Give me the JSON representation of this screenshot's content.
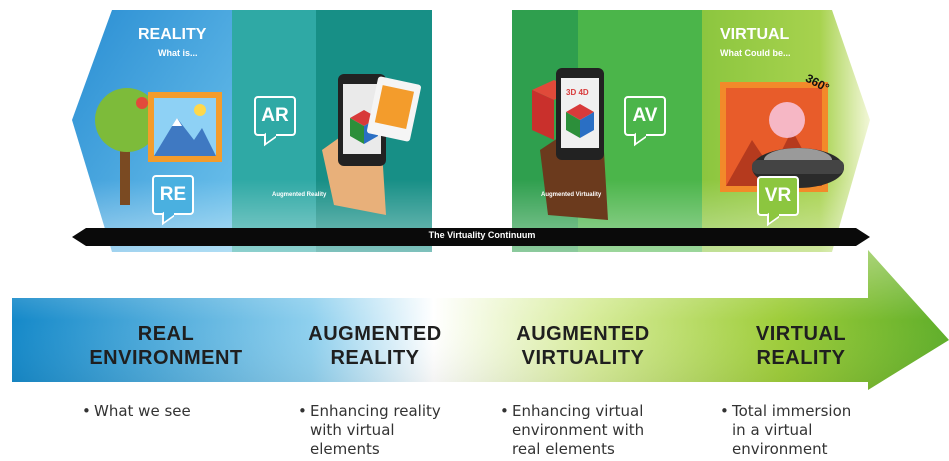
{
  "continuum": {
    "label": "The Virtuality Continuum",
    "reality": {
      "title": "REALITY",
      "subtitle": "What is...",
      "badge": "RE"
    },
    "ar": {
      "badge": "AR",
      "caption": "Augmented Reality"
    },
    "av": {
      "badge": "AV",
      "caption": "Augmented Virtuality",
      "phone_text": "3D 4D"
    },
    "virtual": {
      "title": "VIRTUAL",
      "subtitle": "What Could be...",
      "badge": "VR",
      "degrees": "360°"
    }
  },
  "stages": [
    {
      "line1": "REAL",
      "line2": "ENVIRONMENT",
      "bullet": "What we see",
      "bullet_lines": [
        "What we see"
      ]
    },
    {
      "line1": "AUGMENTED",
      "line2": "REALITY",
      "bullet": "Enhancing reality with virtual elements",
      "bullet_lines": [
        "Enhancing reality",
        "with virtual",
        "elements"
      ]
    },
    {
      "line1": "AUGMENTED",
      "line2": "VIRTUALITY",
      "bullet": "Enhancing virtual environment with real elements",
      "bullet_lines": [
        "Enhancing virtual",
        "environment with",
        "real elements"
      ]
    },
    {
      "line1": "VIRTUAL",
      "line2": "REALITY",
      "bullet": "Total immersion in a virtual environment",
      "bullet_lines": [
        "Total immersion",
        "in a virtual",
        "environment"
      ]
    }
  ],
  "colors": {
    "reality_blue": "#1e7fc2",
    "ar_teal": "#2aa59b",
    "av_green": "#3aa857",
    "vr_lime": "#8cc63f",
    "arrow_blue": "#1a8fcf",
    "arrow_green": "#6fb52e"
  }
}
